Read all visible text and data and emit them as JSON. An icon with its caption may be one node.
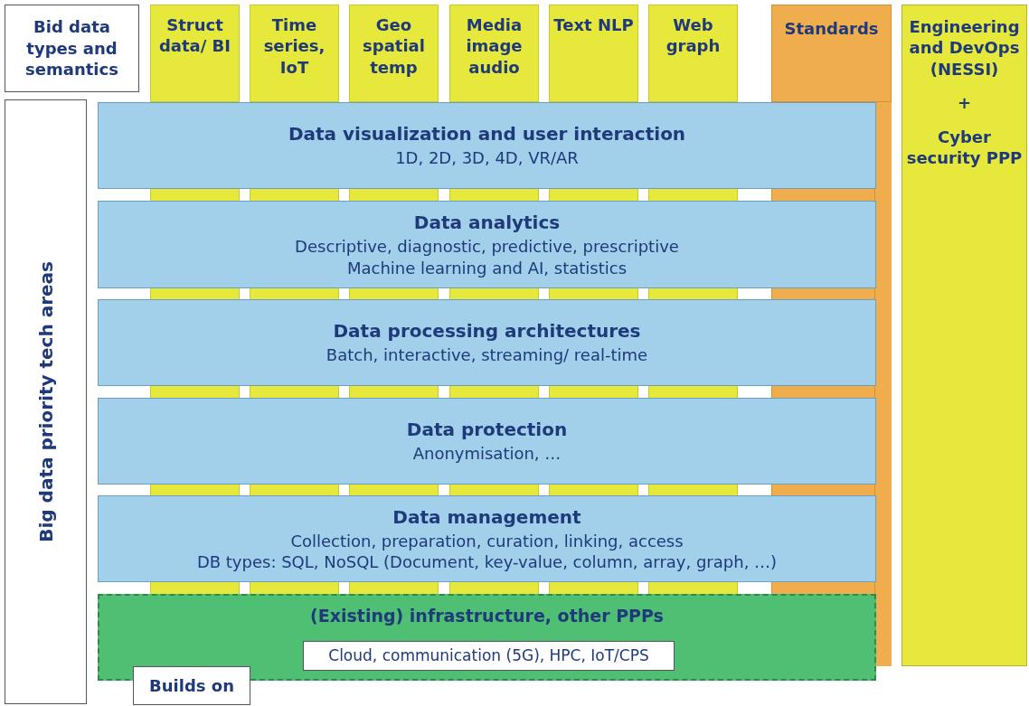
{
  "diagram": {
    "nodes": [
      {
        "text": [
          "Bid data types and semantics"
        ]
      },
      {
        "text": [
          "Struct data/ BI"
        ]
      },
      {
        "text": [
          "Time series, IoT"
        ]
      },
      {
        "text": [
          "Geo spatial temp"
        ]
      },
      {
        "text": [
          "Media image audio"
        ]
      },
      {
        "text": [
          "Text NLP"
        ]
      },
      {
        "text": [
          "Web graph"
        ]
      },
      {
        "text": [
          "Standards"
        ]
      },
      {
        "text": [
          "Engineering and DevOps (NESSI)",
          "+",
          "Cyber security PPP"
        ]
      },
      {
        "text": [
          "Big data priority tech areas"
        ]
      },
      {
        "text": [
          "Data visualization and user interaction",
          "1D, 2D, 3D, 4D, VR/AR"
        ]
      },
      {
        "text": [
          "Data analytics",
          "Descriptive, diagnostic, predictive, prescriptive",
          "Machine learning and AI, statistics"
        ]
      },
      {
        "text": [
          "Data processing architectures",
          "Batch, interactive, streaming/ real-time"
        ]
      },
      {
        "text": [
          "Data protection",
          "Anonymisation, …"
        ]
      },
      {
        "text": [
          "Data management",
          "Collection, preparation, curation, linking, access",
          "DB types: SQL, NoSQL (Document, key-value, column, array, graph, …)"
        ]
      },
      {
        "text": [
          "(Existing) infrastructure, other PPPs"
        ]
      },
      {
        "text": [
          "Cloud, communication (5G), HPC, IoT/CPS"
        ],
        "in": 15
      },
      {
        "text": [
          "Builds on"
        ]
      }
    ],
    "edges": []
  }
}
